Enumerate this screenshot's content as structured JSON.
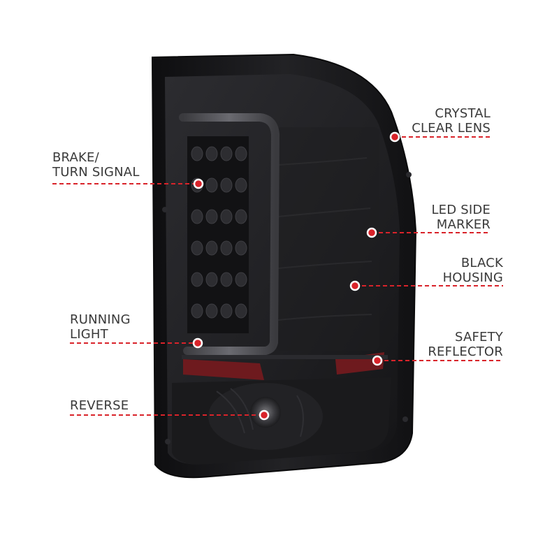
{
  "colors": {
    "accent": "#d9232a",
    "text": "#3a3a3a",
    "housing": "#1b1b1d"
  },
  "callouts": {
    "brake_turn": {
      "line1": "BRAKE/",
      "line2": "TURN SIGNAL"
    },
    "running": {
      "line1": "RUNNING",
      "line2": "LIGHT"
    },
    "reverse": {
      "line1": "REVERSE"
    },
    "crystal_lens": {
      "line1": "CRYSTAL",
      "line2": "CLEAR LENS"
    },
    "led_marker": {
      "line1": "LED SIDE",
      "line2": "MARKER"
    },
    "housing": {
      "line1": "BLACK",
      "line2": "HOUSING"
    },
    "reflector": {
      "line1": "SAFETY",
      "line2": "REFLECTOR"
    }
  }
}
